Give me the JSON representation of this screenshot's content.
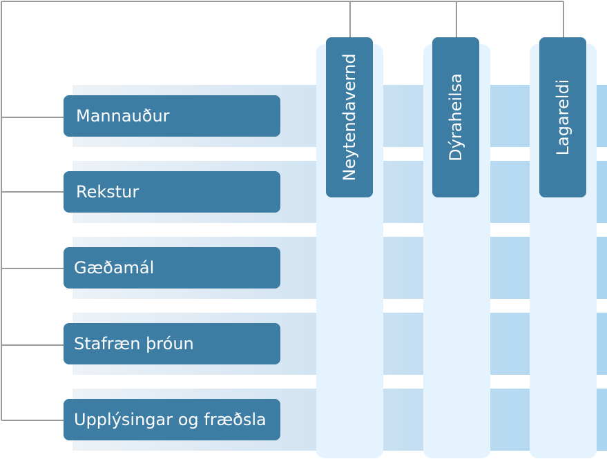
{
  "rows": [
    {
      "label": "Mannauður"
    },
    {
      "label": "Rekstur"
    },
    {
      "label": "Gæðamál"
    },
    {
      "label": "Stafræn þróun"
    },
    {
      "label": "Upplýsingar og fræðsla"
    }
  ],
  "columns": [
    {
      "label": "Neytendavernd"
    },
    {
      "label": "Dýraheilsa"
    },
    {
      "label": "Lagareldi"
    }
  ],
  "colors": {
    "box": "#3d7ca3",
    "connector": "#9a9a9a",
    "column_bg": "#e4f3fd",
    "band_start": "#edf2f7",
    "band_end": "#a9d5f1"
  }
}
